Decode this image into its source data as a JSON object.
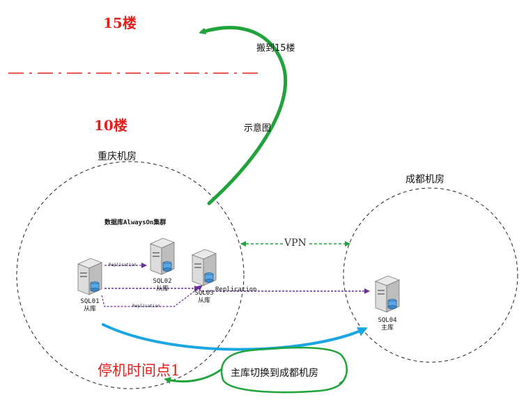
{
  "floors": {
    "top": "15楼",
    "bottom": "10楼"
  },
  "annotations": {
    "move": "搬到15楼",
    "diagram": "示意图"
  },
  "rooms": {
    "chongqing": "重庆机房",
    "chengdu": "成都机房"
  },
  "cluster_label": "数据库AlwaysOn集群",
  "servers": {
    "sql01": {
      "name": "SQL01",
      "role": "从库"
    },
    "sql02": {
      "name": "SQL02",
      "role": "从库"
    },
    "sql03": {
      "name": "SQL03",
      "role": "从库"
    },
    "sql04": {
      "name": "SQL04",
      "role": "主库"
    }
  },
  "replication": {
    "r1": "Replication",
    "r2": "Replication",
    "r3": "Replication"
  },
  "vpn": "VPN",
  "downtime": "停机时间点1",
  "switch": "主库切换到成都机房",
  "colors": {
    "red": "#e3201b",
    "green": "#1fa33a",
    "blue": "#1aa6e0",
    "purple": "#6b2d9c"
  }
}
